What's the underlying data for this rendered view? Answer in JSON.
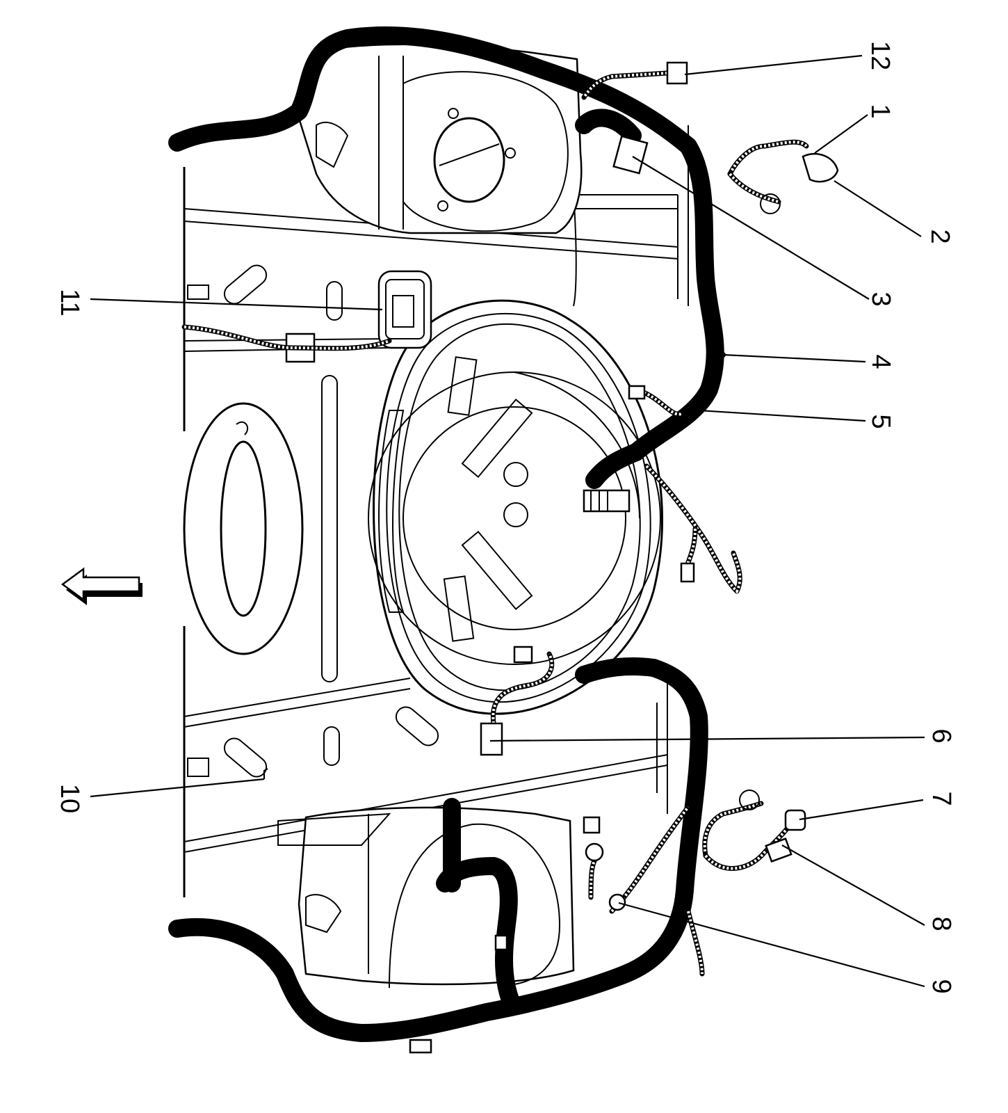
{
  "diagram": {
    "callouts": [
      {
        "id": "1",
        "label": "1"
      },
      {
        "id": "2",
        "label": "2"
      },
      {
        "id": "3",
        "label": "3"
      },
      {
        "id": "4",
        "label": "4"
      },
      {
        "id": "5",
        "label": "5"
      },
      {
        "id": "6",
        "label": "6"
      },
      {
        "id": "7",
        "label": "7"
      },
      {
        "id": "8",
        "label": "8"
      },
      {
        "id": "9",
        "label": "9"
      },
      {
        "id": "10",
        "label": "10"
      },
      {
        "id": "11",
        "label": "11"
      },
      {
        "id": "12",
        "label": "12"
      }
    ],
    "direction_arrow": "arrow-left-icon"
  }
}
